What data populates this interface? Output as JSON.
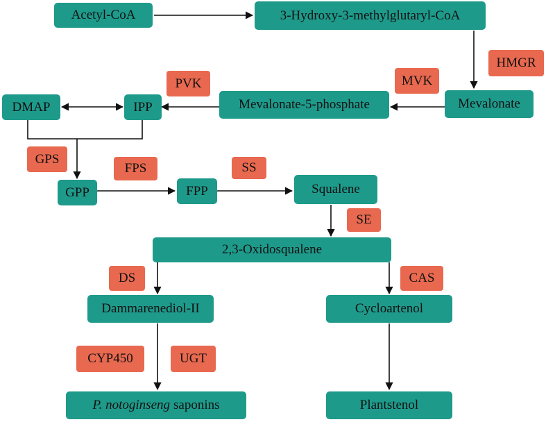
{
  "colors": {
    "node": "#1e9a8b",
    "enzyme": "#e8694f",
    "arrow": "#111111"
  },
  "nodes": {
    "acetyl_coa": "Acetyl-CoA",
    "hmg_coa": "3-Hydroxy-3-methylglutaryl-CoA",
    "mevalonate": "Mevalonate",
    "mevalonate_5_phosphate": "Mevalonate-5-phosphate",
    "ipp": "IPP",
    "dmap": "DMAP",
    "gpp": "GPP",
    "fpp": "FPP",
    "squalene": "Squalene",
    "oxidosqualene": "2,3-Oxidosqualene",
    "dammarenediol": "Dammarenediol-II",
    "cycloartenol": "Cycloartenol",
    "saponins_italic": "P. notoginseng",
    "saponins_rest": "saponins",
    "plantstenol": "Plantstenol"
  },
  "enzymes": {
    "hmgr": "HMGR",
    "mvk": "MVK",
    "pvk": "PVK",
    "gps": "GPS",
    "fps": "FPS",
    "ss": "SS",
    "se": "SE",
    "ds": "DS",
    "cas": "CAS",
    "cyp450": "CYP450",
    "ugt": "UGT"
  }
}
